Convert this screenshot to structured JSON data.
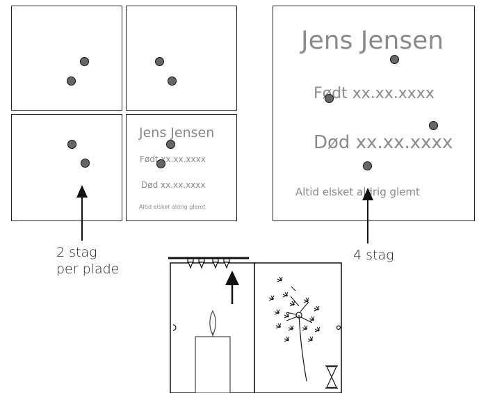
{
  "small_plate": {
    "name": "Jens Jensen",
    "born": "Født xx.xx.xxxx",
    "died": "Død xx.xx.xxxx",
    "motto": "Altid elsket aldrig glemt"
  },
  "large_plate": {
    "name": "Jens Jensen",
    "born": "Født xx.xx.xxxx",
    "died": "Død xx.xx.xxxx",
    "motto": "Altid elsket aldrig glemt"
  },
  "labels": {
    "two_stays_line1": "2 stag",
    "two_stays_line2": "per plade",
    "four_stays": "4 stag"
  },
  "colors": {
    "plate_text": "#8a8a8a",
    "dot_fill": "#666666",
    "line": "#222222"
  },
  "icons": [
    "arrow-up-icon",
    "candle-icon",
    "dandelion-icon",
    "hourglass-icon",
    "stay-bolt-icon"
  ]
}
